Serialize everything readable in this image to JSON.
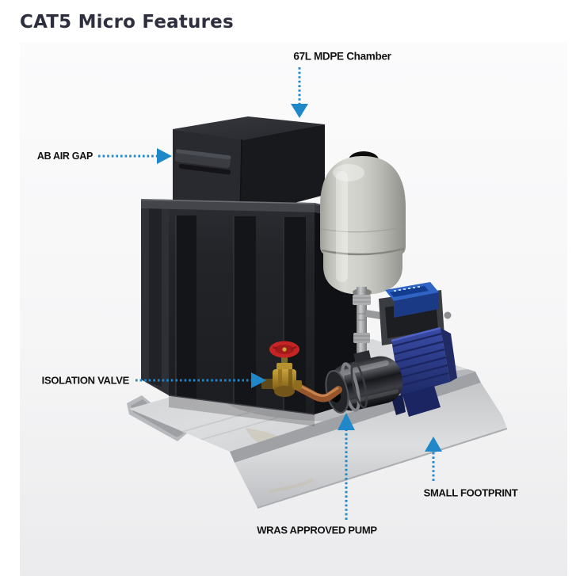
{
  "page": {
    "title": "CAT5 Micro Features"
  },
  "callouts": {
    "chamber": "67L MDPE Chamber",
    "air_gap": "AB AIR GAP",
    "isolation_valve": "ISOLATION VALVE",
    "pump": "WRAS APPROVED PUMP",
    "footprint": "SMALL FOOTPRINT"
  },
  "colors": {
    "arrow": "#1e88c9",
    "title_text": "#2d2f3e",
    "label_text": "#121212",
    "panel_background": "#f6f6f7",
    "tank_black": "#202226",
    "vessel_grey": "#cfcfc9",
    "motor_blue": "#2c3a94",
    "controller_blue": "#2f63c4",
    "valve_red": "#c62525",
    "brass": "#b08a2b",
    "copper": "#96552b",
    "base_plate": "#d3d4d6"
  }
}
